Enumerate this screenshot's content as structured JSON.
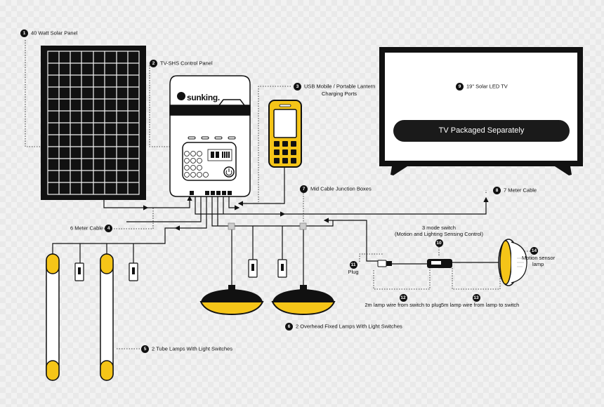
{
  "brand": "sunking.",
  "tv_banner": "TV Packaged Separately",
  "labels": {
    "n1": {
      "num": "1",
      "text": "40 Watt Solar Panel"
    },
    "n2": {
      "num": "2",
      "text": "TV-SHS Control Panel"
    },
    "n3": {
      "num": "3",
      "line1": "USB Mobile / Portable Lantern",
      "line2": "Charging Ports"
    },
    "n4": {
      "num": "4",
      "text": "6 Meter Cable"
    },
    "n5": {
      "num": "5",
      "text": "2 Tube Lamps With Light Switches"
    },
    "n6": {
      "num": "6",
      "text": "2 Overhead Fixed Lamps With Light Switches"
    },
    "n7": {
      "num": "7",
      "text": "Mid Cable Junction Boxes"
    },
    "n8": {
      "num": "8",
      "text": "7 Meter Cable"
    },
    "n9": {
      "num": "9",
      "text": "19\" Solar LED TV"
    },
    "n10": {
      "num": "10",
      "line1": "3 mode switch",
      "line2": "(Motion and Lighting Sensing Control)"
    },
    "n11": {
      "num": "11",
      "text": "Plug"
    },
    "n12": {
      "num": "12",
      "text": "2m lamp wire from switch to plug"
    },
    "n13": {
      "num": "13",
      "text": "5m lamp wire from lamp to switch"
    },
    "n14": {
      "num": "14",
      "line1": "Motion sensor",
      "line2": "lamp"
    }
  },
  "colors": {
    "accent": "#f5c518",
    "ink": "#111111",
    "background": "#f2f2f2"
  }
}
